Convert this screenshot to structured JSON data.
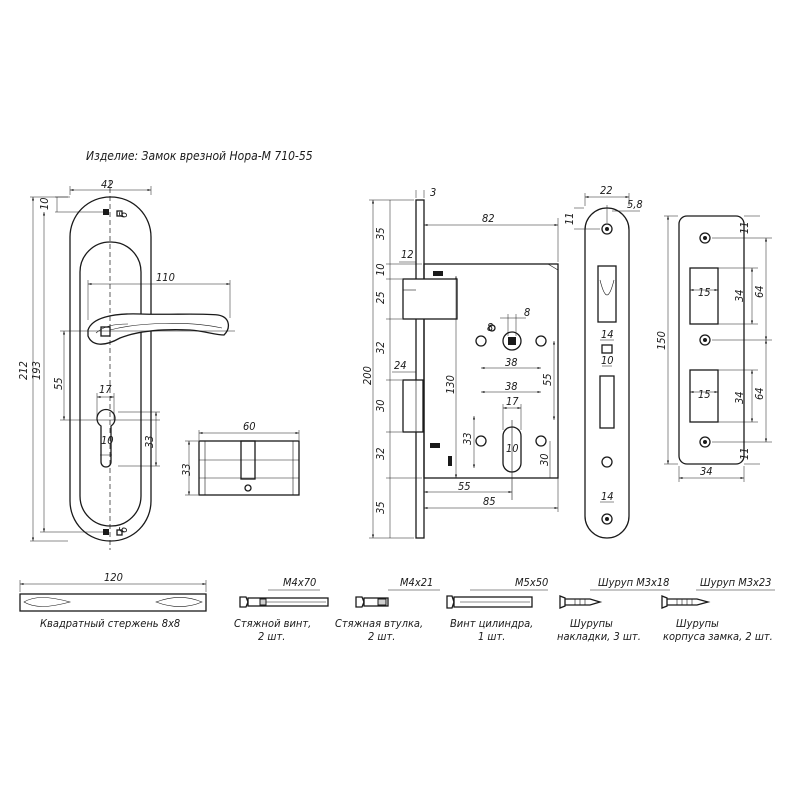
{
  "title": "Изделие: Замок врезной Нора-М 710-55",
  "handle": {
    "width": "42",
    "top_offset": "10",
    "height_total": "212",
    "height_axes": "193",
    "lever_length": "110",
    "lever_to_cyl": "55",
    "cyl_width": "17",
    "cyl_bottom": "10",
    "cyl_height": "33",
    "hole_d": "6"
  },
  "cylinder": {
    "length": "60",
    "height": "33"
  },
  "lock": {
    "faceplate_t": "3",
    "case_width": "82",
    "top_35": "35",
    "dim_12": "12",
    "dim_10": "10",
    "dim_25": "25",
    "dim_32a": "32",
    "dim_24": "24",
    "dim_30a": "30",
    "dim_32b": "32",
    "dim_35b": "35",
    "height_200": "200",
    "dim_130": "130",
    "dim_8a": "8",
    "dim_8b": "8",
    "dim_38a": "38",
    "dim_38b": "38",
    "dim_55v": "55",
    "dim_17": "17",
    "dim_10c": "10",
    "dim_33": "33",
    "dim_30b": "30",
    "dim_55h": "55",
    "dim_85": "85"
  },
  "front": {
    "width": "22",
    "dim_58": "5,8",
    "dim_11": "11",
    "dim_14a": "14",
    "dim_10": "10",
    "dim_14b": "14"
  },
  "strike": {
    "height": "150",
    "dim_11a": "11",
    "dim_15a": "15",
    "dim_34a": "34",
    "dim_64a": "64",
    "dim_15b": "15",
    "dim_34b": "34",
    "dim_64b": "64",
    "dim_11b": "11",
    "width": "34"
  },
  "spindle": {
    "length": "120",
    "label": "Квадратный стержень 8х8"
  },
  "screw1": {
    "spec": "М4х70",
    "label1": "Стяжной винт,",
    "label2": "2 шт."
  },
  "bushing": {
    "spec": "М4х21",
    "label1": "Стяжная втулка,",
    "label2": "2 шт."
  },
  "screw2": {
    "spec": "М5х50",
    "label1": "Винт цилиндра,",
    "label2": "1 шт."
  },
  "screw3": {
    "spec": "Шуруп М3х18",
    "label1": "Шурупы",
    "label2": "накладки, 3 шт."
  },
  "screw4": {
    "spec": "Шуруп М3х23",
    "label1": "Шурупы",
    "label2": "корпуса замка, 2 шт."
  }
}
